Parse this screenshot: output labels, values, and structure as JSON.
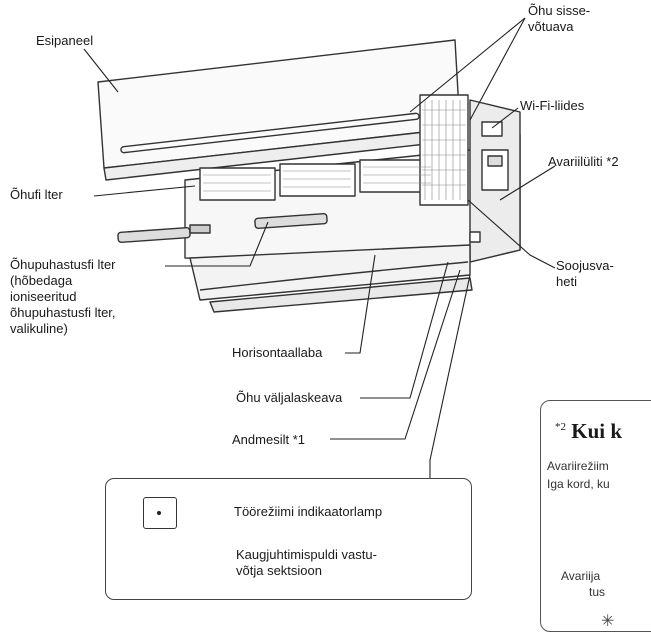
{
  "labels": {
    "esipaneel": "Esipaneel",
    "ohu_sisse": [
      "Õhu sisse-",
      "võtuava"
    ],
    "wifi": "Wi-Fi-liides",
    "avariiluliti": "Avariilüliti *2",
    "ohufilter": "Õhufi lter",
    "ohupuhastus": [
      "Õhupuhastusfi lter",
      "(hõbedaga",
      "ioniseeritud",
      "õhupuhastusfi lter,",
      "valikuline)"
    ],
    "soojusvaheti": [
      "Soojusva-",
      "heti"
    ],
    "horisontaalaba": "Horisontaallaba",
    "valjalaskeava": "Õhu väljalaskeava",
    "andmesilt": "Andmesilt *1",
    "indikaatorlamp": "Töörežiimi indikaatorlamp",
    "vastuvotja": [
      "Kaugjuhtimispuldi vastu-",
      "võtja sektsioon"
    ]
  },
  "note": {
    "marker": "*2",
    "title": "Kui k",
    "line1": "Avariirežiim",
    "line2": "Iga kord, ku",
    "line3": "Avariija",
    "line4": "tus"
  },
  "icons": {
    "power": "⏻"
  }
}
